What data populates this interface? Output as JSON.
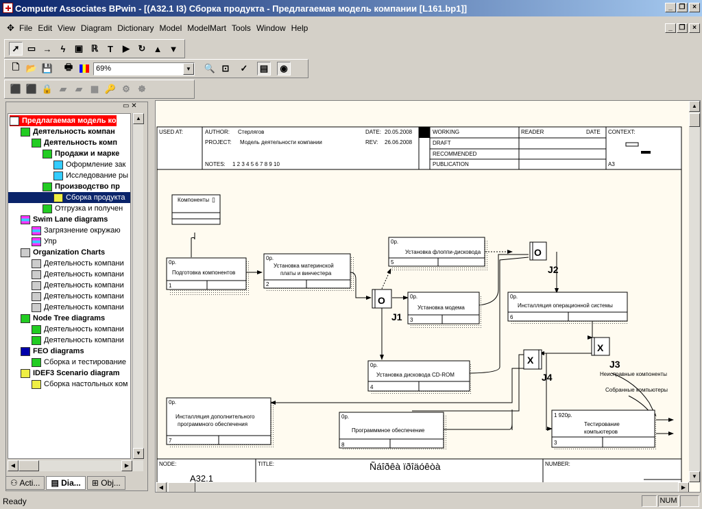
{
  "app": {
    "title": "Computer Associates BPwin - [(A32.1 I3) Сборка продукта - Предлагаемая модель компании  [L161.bp1]]"
  },
  "menu": [
    "File",
    "Edit",
    "View",
    "Diagram",
    "Dictionary",
    "Model",
    "ModelMart",
    "Tools",
    "Window",
    "Help"
  ],
  "zoom": "69%",
  "explorer": {
    "tabs": [
      "Acti...",
      "Dia...",
      "Obj..."
    ],
    "items": [
      {
        "label": "Предлагаемая модель ко",
        "bold": true
      },
      {
        "label": "Деятельность компан",
        "bold": true
      },
      {
        "label": "Деятельность комп",
        "bold": true
      },
      {
        "label": "Продажи и марке",
        "bold": true
      },
      {
        "label": "Оформление зак",
        "bold": false
      },
      {
        "label": "Исследование ры",
        "bold": false
      },
      {
        "label": "Производство пр",
        "bold": true
      },
      {
        "label": "Сборка продукта",
        "bold": false
      },
      {
        "label": "Отгрузка и получен",
        "bold": false
      },
      {
        "label": "Swim Lane diagrams",
        "bold": true
      },
      {
        "label": "Загрязнение окружаю",
        "bold": false
      },
      {
        "label": "Упр",
        "bold": false
      },
      {
        "label": "Organization Charts",
        "bold": true
      },
      {
        "label": "Деятельность компани",
        "bold": false
      },
      {
        "label": "Деятельность компани",
        "bold": false
      },
      {
        "label": "Деятельность компани",
        "bold": false
      },
      {
        "label": "Деятельность компани",
        "bold": false
      },
      {
        "label": "Деятельность компани",
        "bold": false
      },
      {
        "label": "Node Tree diagrams",
        "bold": true
      },
      {
        "label": "Деятельность компани",
        "bold": false
      },
      {
        "label": "Деятельность компани",
        "bold": false
      },
      {
        "label": "FEO diagrams",
        "bold": true
      },
      {
        "label": "Сборка и тестирование",
        "bold": false
      },
      {
        "label": "IDEF3 Scenario diagram",
        "bold": true
      },
      {
        "label": "Сборка настольных ком",
        "bold": false
      }
    ]
  },
  "header": {
    "used_at": "USED AT:",
    "author_label": "AUTHOR:",
    "author": "Стерлягов",
    "project_label": "PROJECT:",
    "project": "Модель деятельности компании",
    "date_label": "DATE:",
    "date": "20.05.2008",
    "rev_label": "REV:",
    "rev": "26.06.2008",
    "notes_label": "NOTES:",
    "notes": "1  2  3  4  5  6  7  8  9  10",
    "status": [
      "WORKING",
      "DRAFT",
      "RECOMMENDED",
      "PUBLICATION"
    ],
    "reader": "READER",
    "date2": "DATE",
    "context": "CONTEXT:",
    "a3": "A3"
  },
  "boxes": [
    {
      "id": "comp",
      "title": "Компоненты"
    },
    {
      "id": "b1",
      "cost": "0р.",
      "title": "Подготовка компонентов",
      "num": "1"
    },
    {
      "id": "b2",
      "cost": "0р.",
      "title": "Установка материнской платы и винчестера",
      "num": "2"
    },
    {
      "id": "b5",
      "cost": "0р.",
      "title": "Установка флоппи-дисковода",
      "num": "5"
    },
    {
      "id": "b3",
      "cost": "0р.",
      "title": "Установка модема",
      "num": "3"
    },
    {
      "id": "b6",
      "cost": "0р.",
      "title": "Инсталляция операционной системы",
      "num": "6"
    },
    {
      "id": "b4",
      "cost": "0р.",
      "title": "Установка дисковода CD-ROM",
      "num": "4"
    },
    {
      "id": "b7",
      "cost": "0р.",
      "title": "Инсталляция дополнительного программного обеспечения",
      "num": "7"
    },
    {
      "id": "b8",
      "cost": "0р.",
      "title": "Программмное обеспечение",
      "num": "8"
    },
    {
      "id": "b9",
      "cost": "1 920р.",
      "title": "Тестирование компьютеров",
      "num": "3"
    }
  ],
  "junctions": [
    {
      "type": "O",
      "label": "J1"
    },
    {
      "type": "O",
      "label": "J2"
    },
    {
      "type": "X",
      "label": "J3"
    },
    {
      "type": "X",
      "label": "J4"
    }
  ],
  "outputs": [
    "Неисправные компоненты",
    "Собранные компьютеры"
  ],
  "footer": {
    "node_label": "NODE:",
    "node": "A32.1",
    "title_label": "TITLE:",
    "title": "Ñáîðêà ïðîäóêòà",
    "number_label": "NUMBER:"
  },
  "status": {
    "text": "Ready",
    "num": "NUM"
  }
}
